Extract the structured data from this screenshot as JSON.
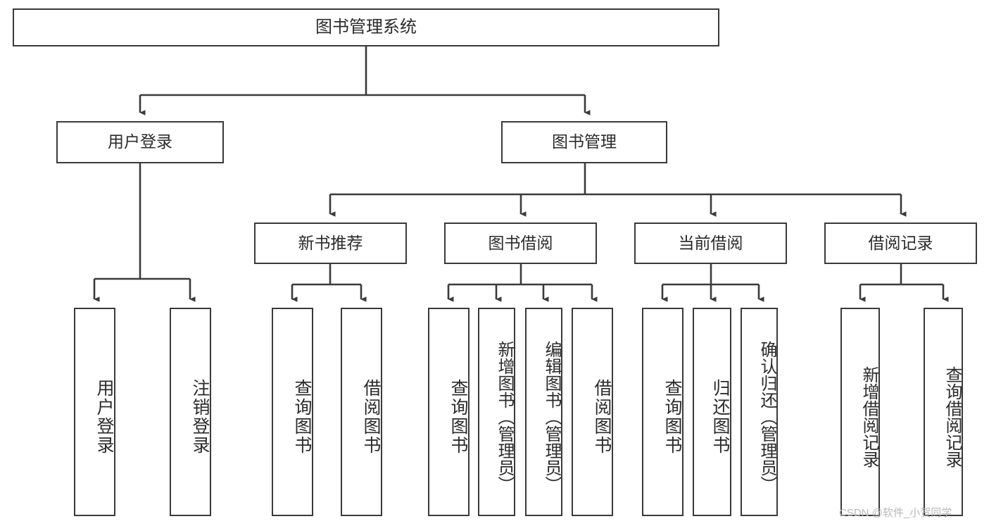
{
  "diagram": {
    "type": "tree-hierarchy",
    "title": "图书管理系统",
    "watermark": "CSDN @软件_小贺同学",
    "colors": {
      "stroke": "#3a3a3a",
      "fill": "#ffffff",
      "text": "#2b2b2b",
      "watermark": "#b9b9b9"
    },
    "levels": {
      "level1": [
        "图书管理系统"
      ],
      "level2": [
        "用户登录",
        "图书管理"
      ],
      "level3": [
        "新书推荐",
        "图书借阅",
        "当前借阅",
        "借阅记录"
      ],
      "level4": [
        "用户登录",
        "注销登录",
        "查询图书",
        "借阅图书",
        "查询图书",
        "新增图书（管理员）",
        "编辑图书（管理员）",
        "借阅图书",
        "查询图书",
        "归还图书",
        "确认归还（管理员）",
        "新增借阅记录",
        "查询借阅记录"
      ]
    },
    "nodes": {
      "root": {
        "label": "图书管理系统"
      },
      "user_login": {
        "label": "用户登录"
      },
      "book_mgmt": {
        "label": "图书管理"
      },
      "new_book_rec": {
        "label": "新书推荐"
      },
      "book_borrow": {
        "label": "图书借阅"
      },
      "current_borrow": {
        "label": "当前借阅"
      },
      "borrow_record": {
        "label": "借阅记录"
      },
      "leaf_user_login": {
        "label": "用户登录"
      },
      "leaf_user_logout": {
        "label": "注销登录"
      },
      "leaf_query_book_1": {
        "label": "查询图书"
      },
      "leaf_borrow_book_1": {
        "label": "借阅图书"
      },
      "leaf_query_book_2": {
        "label": "查询图书"
      },
      "leaf_add_book": {
        "label": "新增图书（管理员）"
      },
      "leaf_edit_book": {
        "label": "编辑图书（管理员）"
      },
      "leaf_borrow_book_2": {
        "label": "借阅图书"
      },
      "leaf_query_book_3": {
        "label": "查询图书"
      },
      "leaf_return_book": {
        "label": "归还图书"
      },
      "leaf_confirm_return": {
        "label": "确认归还（管理员）"
      },
      "leaf_add_record": {
        "label": "新增借阅记录"
      },
      "leaf_query_record": {
        "label": "查询借阅记录"
      }
    },
    "edges": [
      {
        "from": "root",
        "to": "user_login"
      },
      {
        "from": "root",
        "to": "book_mgmt"
      },
      {
        "from": "user_login",
        "to": "leaf_user_login"
      },
      {
        "from": "user_login",
        "to": "leaf_user_logout"
      },
      {
        "from": "book_mgmt",
        "to": "new_book_rec"
      },
      {
        "from": "book_mgmt",
        "to": "book_borrow"
      },
      {
        "from": "book_mgmt",
        "to": "current_borrow"
      },
      {
        "from": "book_mgmt",
        "to": "borrow_record"
      },
      {
        "from": "new_book_rec",
        "to": "leaf_query_book_1"
      },
      {
        "from": "new_book_rec",
        "to": "leaf_borrow_book_1"
      },
      {
        "from": "book_borrow",
        "to": "leaf_query_book_2"
      },
      {
        "from": "book_borrow",
        "to": "leaf_add_book"
      },
      {
        "from": "book_borrow",
        "to": "leaf_edit_book"
      },
      {
        "from": "book_borrow",
        "to": "leaf_borrow_book_2"
      },
      {
        "from": "current_borrow",
        "to": "leaf_query_book_3"
      },
      {
        "from": "current_borrow",
        "to": "leaf_return_book"
      },
      {
        "from": "current_borrow",
        "to": "leaf_confirm_return"
      },
      {
        "from": "borrow_record",
        "to": "leaf_add_record"
      },
      {
        "from": "borrow_record",
        "to": "leaf_query_record"
      }
    ]
  }
}
